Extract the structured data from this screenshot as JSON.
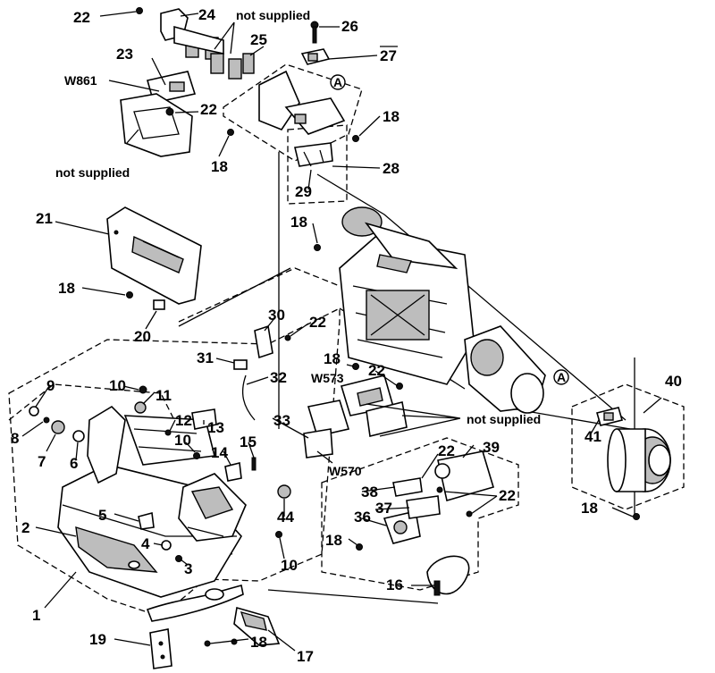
{
  "labels": {
    "n1": "1",
    "n2": "2",
    "n3": "3",
    "n4": "4",
    "n5": "5",
    "n6": "6",
    "n7": "7",
    "n8": "8",
    "n9": "9",
    "n10": "10",
    "n11": "11",
    "n12": "12",
    "n13": "13",
    "n14": "14",
    "n15": "15",
    "n16": "16",
    "n17": "17",
    "n18": "18",
    "n19": "19",
    "n20": "20",
    "n21": "21",
    "n22": "22",
    "n23": "23",
    "n24": "24",
    "n25": "25",
    "n26": "26",
    "n27": "27",
    "n28": "28",
    "n29": "29",
    "n30": "30",
    "n31": "31",
    "n32": "32",
    "n33": "33",
    "n36": "36",
    "n37": "37",
    "n38": "38",
    "n39": "39",
    "n40": "40",
    "n41": "41",
    "n44": "44"
  },
  "refs": {
    "w861": "W861",
    "w573": "W573",
    "w570": "W570",
    "a": "A"
  },
  "notes": {
    "not_supplied": "not supplied"
  }
}
